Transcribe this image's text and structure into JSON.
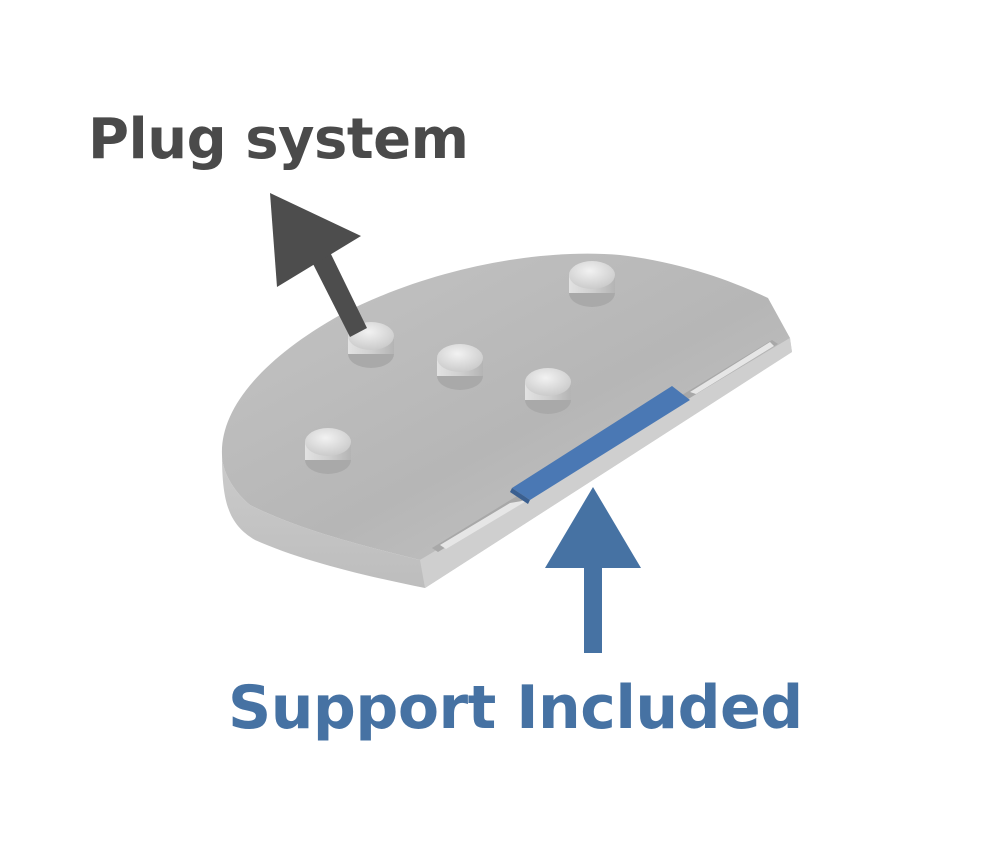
{
  "labels": {
    "plug_system": "Plug system",
    "support_included": "Support Included"
  },
  "colors": {
    "plug_label": "#4a4a4a",
    "plug_arrow": "#4d4d4d",
    "support_label": "#4672a3",
    "support_arrow": "#4672a3",
    "support_strip": "#4a78b4",
    "plate_top": "#b9b9b9",
    "plate_edge": "#c6c6c6",
    "background": "#ffffff"
  },
  "parts": {
    "plate": "curved-base-plate",
    "pegs": "plug-pegs",
    "support": "support-strip"
  }
}
